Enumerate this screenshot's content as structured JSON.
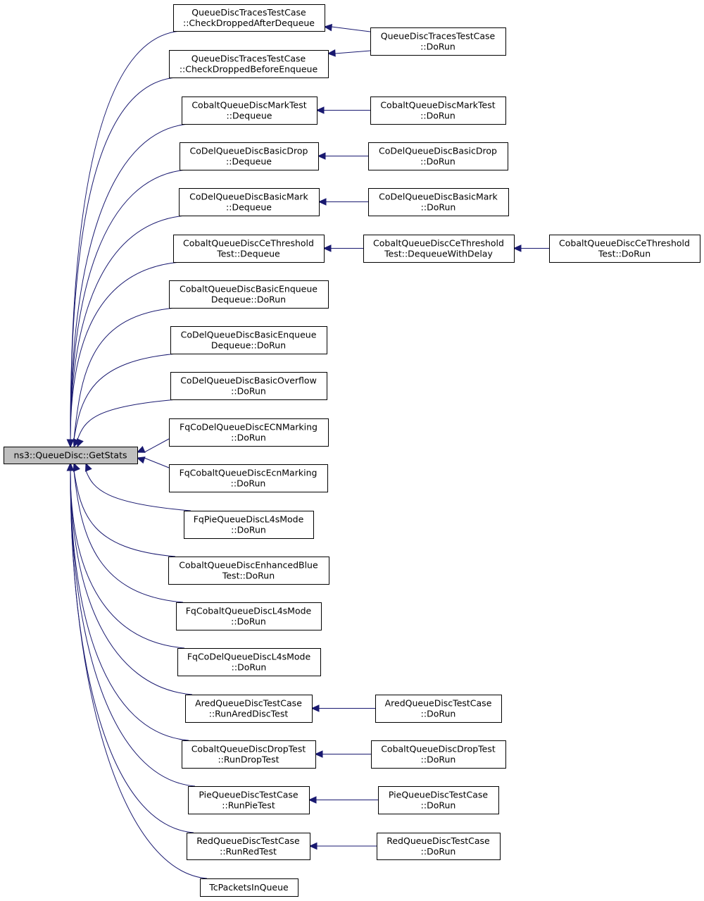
{
  "root": {
    "lines": [
      "ns3::QueueDisc::GetStats"
    ]
  },
  "nodes": {
    "n1": {
      "lines": [
        "QueueDiscTracesTestCase",
        "::CheckDroppedAfterDequeue"
      ]
    },
    "n2": {
      "lines": [
        "QueueDiscTracesTestCase",
        "::DoRun"
      ]
    },
    "n3": {
      "lines": [
        "QueueDiscTracesTestCase",
        "::CheckDroppedBeforeEnqueue"
      ]
    },
    "n4": {
      "lines": [
        "CobaltQueueDiscMarkTest",
        "::Dequeue"
      ]
    },
    "n5": {
      "lines": [
        "CobaltQueueDiscMarkTest",
        "::DoRun"
      ]
    },
    "n6": {
      "lines": [
        "CoDelQueueDiscBasicDrop",
        "::Dequeue"
      ]
    },
    "n7": {
      "lines": [
        "CoDelQueueDiscBasicDrop",
        "::DoRun"
      ]
    },
    "n8": {
      "lines": [
        "CoDelQueueDiscBasicMark",
        "::Dequeue"
      ]
    },
    "n9": {
      "lines": [
        "CoDelQueueDiscBasicMark",
        "::DoRun"
      ]
    },
    "n10": {
      "lines": [
        "CobaltQueueDiscCeThreshold",
        "Test::Dequeue"
      ]
    },
    "n11": {
      "lines": [
        "CobaltQueueDiscCeThreshold",
        "Test::DequeueWithDelay"
      ]
    },
    "n12": {
      "lines": [
        "CobaltQueueDiscCeThreshold",
        "Test::DoRun"
      ]
    },
    "n13": {
      "lines": [
        "CobaltQueueDiscBasicEnqueue",
        "Dequeue::DoRun"
      ]
    },
    "n14": {
      "lines": [
        "CoDelQueueDiscBasicEnqueue",
        "Dequeue::DoRun"
      ]
    },
    "n15": {
      "lines": [
        "CoDelQueueDiscBasicOverflow",
        "::DoRun"
      ]
    },
    "n16": {
      "lines": [
        "FqCoDelQueueDiscECNMarking",
        "::DoRun"
      ]
    },
    "n17": {
      "lines": [
        "FqCobaltQueueDiscEcnMarking",
        "::DoRun"
      ]
    },
    "n18": {
      "lines": [
        "FqPieQueueDiscL4sMode",
        "::DoRun"
      ]
    },
    "n19": {
      "lines": [
        "CobaltQueueDiscEnhancedBlue",
        "Test::DoRun"
      ]
    },
    "n20": {
      "lines": [
        "FqCobaltQueueDiscL4sMode",
        "::DoRun"
      ]
    },
    "n21": {
      "lines": [
        "FqCoDelQueueDiscL4sMode",
        "::DoRun"
      ]
    },
    "n22": {
      "lines": [
        "AredQueueDiscTestCase",
        "::RunAredDiscTest"
      ]
    },
    "n23": {
      "lines": [
        "AredQueueDiscTestCase",
        "::DoRun"
      ]
    },
    "n24": {
      "lines": [
        "CobaltQueueDiscDropTest",
        "::RunDropTest"
      ]
    },
    "n25": {
      "lines": [
        "CobaltQueueDiscDropTest",
        "::DoRun"
      ]
    },
    "n26": {
      "lines": [
        "PieQueueDiscTestCase",
        "::RunPieTest"
      ]
    },
    "n27": {
      "lines": [
        "PieQueueDiscTestCase",
        "::DoRun"
      ]
    },
    "n28": {
      "lines": [
        "RedQueueDiscTestCase",
        "::RunRedTest"
      ]
    },
    "n29": {
      "lines": [
        "RedQueueDiscTestCase",
        "::DoRun"
      ]
    },
    "n30": {
      "lines": [
        "TcPacketsInQueue"
      ]
    }
  },
  "colors": {
    "edge": "#191970",
    "root_fill": "#bfbfbf",
    "node_fill": "#ffffff",
    "border": "#000000"
  }
}
